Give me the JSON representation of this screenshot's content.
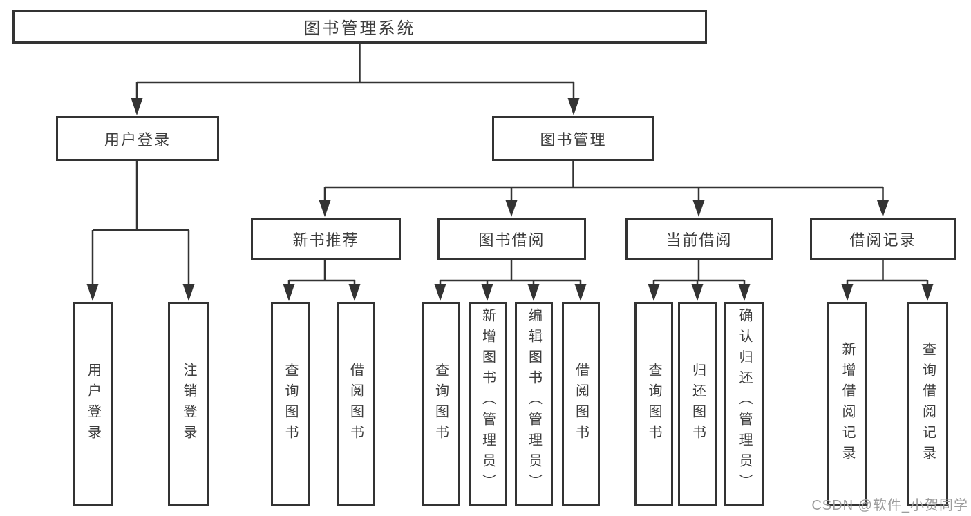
{
  "diagram_title": "图书管理系统",
  "colors": {
    "line": "#333333",
    "box_border": "#333333",
    "text": "#3d3d3d",
    "background": "#ffffff",
    "watermark": "#9c9c9c"
  },
  "watermark": {
    "text": "CSDN @软件_小贺同学"
  },
  "tree": {
    "root": {
      "label": "图书管理系统"
    },
    "children": [
      {
        "label": "用户登录",
        "children": [
          {
            "label": "用户登录"
          },
          {
            "label": "注销登录"
          }
        ]
      },
      {
        "label": "图书管理",
        "children": [
          {
            "label": "新书推荐",
            "children": [
              {
                "label": "查询图书"
              },
              {
                "label": "借阅图书"
              }
            ]
          },
          {
            "label": "图书借阅",
            "children": [
              {
                "label": "查询图书"
              },
              {
                "label": "新增图书（管理员）"
              },
              {
                "label": "编辑图书（管理员）"
              },
              {
                "label": "借阅图书"
              }
            ]
          },
          {
            "label": "当前借阅",
            "children": [
              {
                "label": "查询图书"
              },
              {
                "label": "归还图书"
              },
              {
                "label": "确认归还（管理员）"
              }
            ]
          },
          {
            "label": "借阅记录",
            "children": [
              {
                "label": "新增借阅记录"
              },
              {
                "label": "查询借阅记录"
              }
            ]
          }
        ]
      }
    ]
  }
}
